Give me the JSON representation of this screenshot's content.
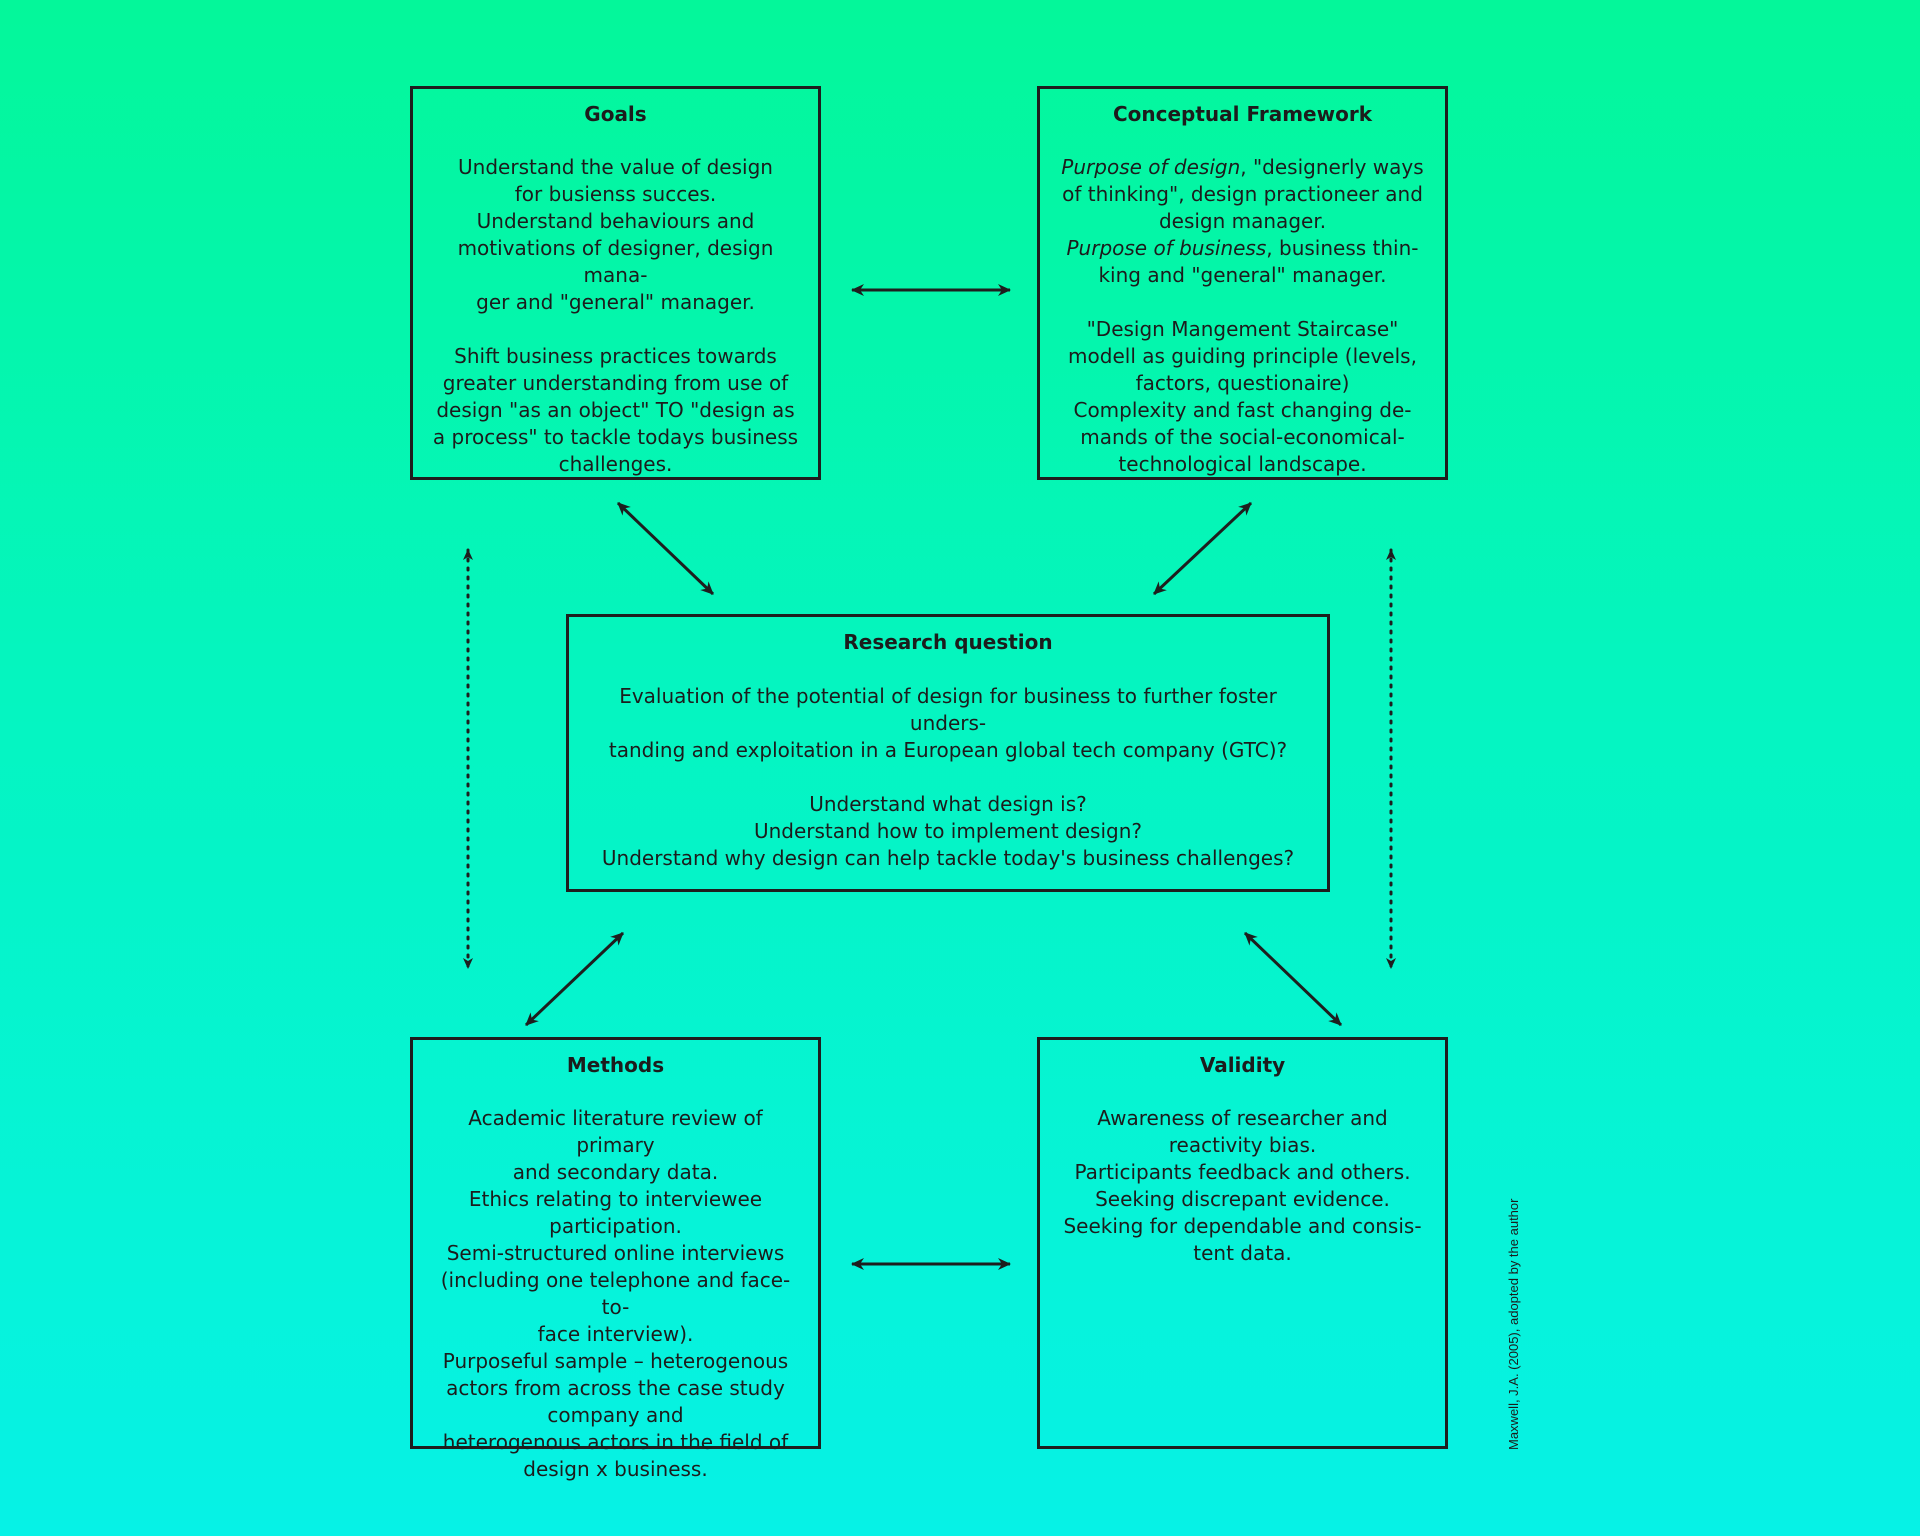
{
  "goals": {
    "title": "Goals",
    "p1": "Understand the value of design\nfor busienss succes.\nUnderstand behaviours and\nmotivations of designer, design mana-\nger and \"general\" manager.",
    "p2": "Shift business practices towards\ngreater understanding from use of\ndesign \"as an object\" TO \"design as\na process\" to tackle todays business\nchallenges."
  },
  "framework": {
    "title": "Conceptual Framework",
    "p1_em": "Purpose of design",
    "p1_rest": ", \"designerly ways\nof thinking\", design practioneer and\ndesign manager.",
    "p2_em": "Purpose of business",
    "p2_rest": ", business thin-\nking and \"general\" manager.",
    "p3": "\"Design Mangement Staircase\"\nmodell  as guiding principle (levels,\nfactors, questionaire)\nComplexity and fast changing de-\nmands of the  social-economical-\ntechnological landscape."
  },
  "research": {
    "title": "Research question",
    "p1": "Evaluation of the potential of design for business to further foster unders-\ntanding and exploitation in a European global tech company (GTC)?",
    "p2": "Understand what design is?\nUnderstand how to implement design?\nUnderstand why design can help tackle today's business challenges?"
  },
  "methods": {
    "title": "Methods",
    "p1": "Academic literature review of primary\nand secondary data.\nEthics relating to interviewee\nparticipation.\nSemi-structured online interviews\n(including one telephone and face-to-\nface interview).\nPurposeful sample – heterogenous\nactors from across the case study\ncompany and\nheterogenous actors in the field of\ndesign x business."
  },
  "validity": {
    "title": "Validity",
    "p1": "Awareness of researcher and\nreactivity bias.\nParticipants feedback and others.\nSeeking discrepant evidence.\nSeeking for dependable and consis-\ntent data."
  },
  "credit": "Maxwell, J.A. (2005), adopted by the author"
}
